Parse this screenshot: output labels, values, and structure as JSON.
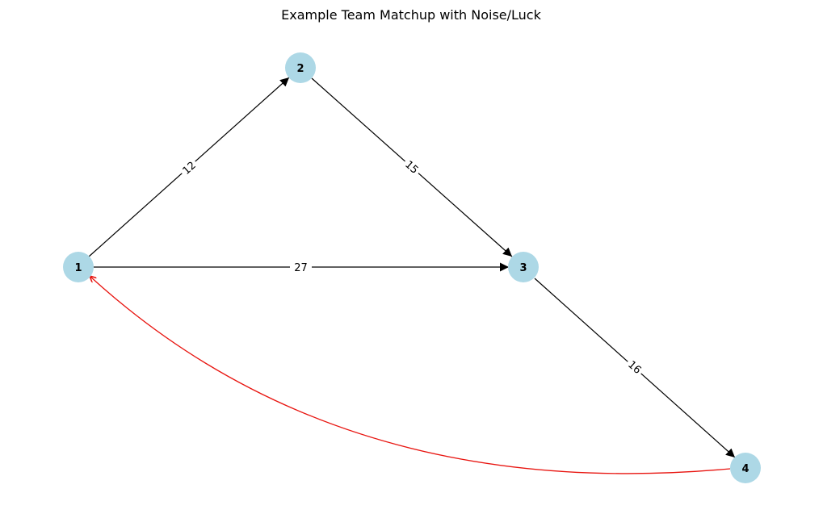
{
  "title": "Example Team Matchup with Noise/Luck",
  "colors": {
    "node_fill": "#add8e6",
    "edge_default": "#000000",
    "edge_highlight": "#e8140f",
    "background": "#ffffff"
  },
  "nodes": [
    {
      "id": "1",
      "label": "1"
    },
    {
      "id": "2",
      "label": "2"
    },
    {
      "id": "3",
      "label": "3"
    },
    {
      "id": "4",
      "label": "4"
    }
  ],
  "edges": [
    {
      "from": "1",
      "to": "2",
      "label": "12",
      "color": "default"
    },
    {
      "from": "2",
      "to": "3",
      "label": "15",
      "color": "default"
    },
    {
      "from": "1",
      "to": "3",
      "label": "27",
      "color": "default"
    },
    {
      "from": "3",
      "to": "4",
      "label": "16",
      "color": "default"
    },
    {
      "from": "4",
      "to": "1",
      "label": "",
      "color": "highlight"
    }
  ]
}
